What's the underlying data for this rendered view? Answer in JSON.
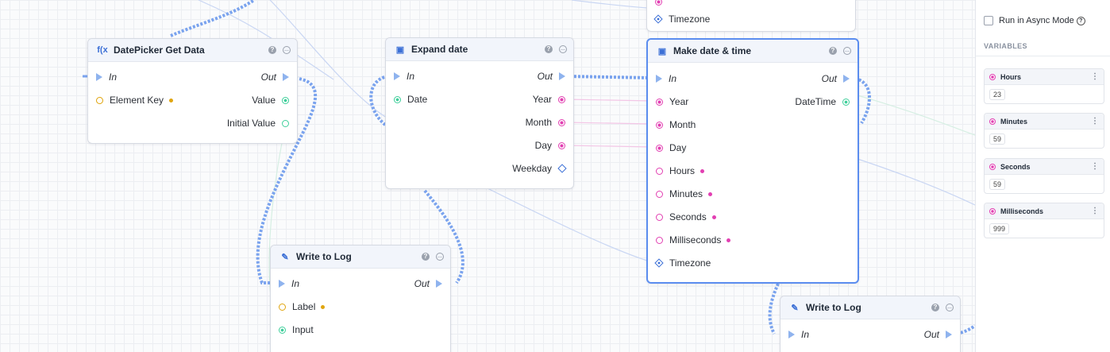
{
  "nodes": {
    "timezone_top": {
      "timezone_label": "Timezone"
    },
    "datepicker": {
      "icon": "function-icon",
      "title": "DatePicker Get Data",
      "in_label": "In",
      "out_label": "Out",
      "element_key_label": "Element Key",
      "value_label": "Value",
      "initial_value_label": "Initial Value"
    },
    "expand_date": {
      "icon": "calendar-icon",
      "title": "Expand date",
      "in_label": "In",
      "out_label": "Out",
      "date_label": "Date",
      "year_label": "Year",
      "month_label": "Month",
      "day_label": "Day",
      "weekday_label": "Weekday"
    },
    "make_date_time": {
      "icon": "calendar-icon",
      "title": "Make date & time",
      "in_label": "In",
      "out_label": "Out",
      "datetime_label": "DateTime",
      "year_label": "Year",
      "month_label": "Month",
      "day_label": "Day",
      "hours_label": "Hours",
      "minutes_label": "Minutes",
      "seconds_label": "Seconds",
      "milliseconds_label": "Milliseconds",
      "timezone_label": "Timezone"
    },
    "write_log_1": {
      "icon": "pencil-icon",
      "title": "Write to Log",
      "in_label": "In",
      "out_label": "Out",
      "label_label": "Label",
      "input_label": "Input"
    },
    "write_log_2": {
      "icon": "pencil-icon",
      "title": "Write to Log",
      "in_label": "In",
      "out_label": "Out"
    }
  },
  "sidebar": {
    "async_label": "Run in Async Mode",
    "variables_title": "VARIABLES",
    "variables": [
      {
        "name": "Hours",
        "value": "23"
      },
      {
        "name": "Minutes",
        "value": "59"
      },
      {
        "name": "Seconds",
        "value": "59"
      },
      {
        "name": "Milliseconds",
        "value": "999"
      }
    ]
  },
  "colors": {
    "exec_wire": "#7aa3ee",
    "selected_border": "#5b8def",
    "number_pin": "#e23fb2",
    "string_pin": "#e0a50f",
    "any_pin": "#3fcf9b",
    "timezone_pin": "#3b6fd6"
  }
}
